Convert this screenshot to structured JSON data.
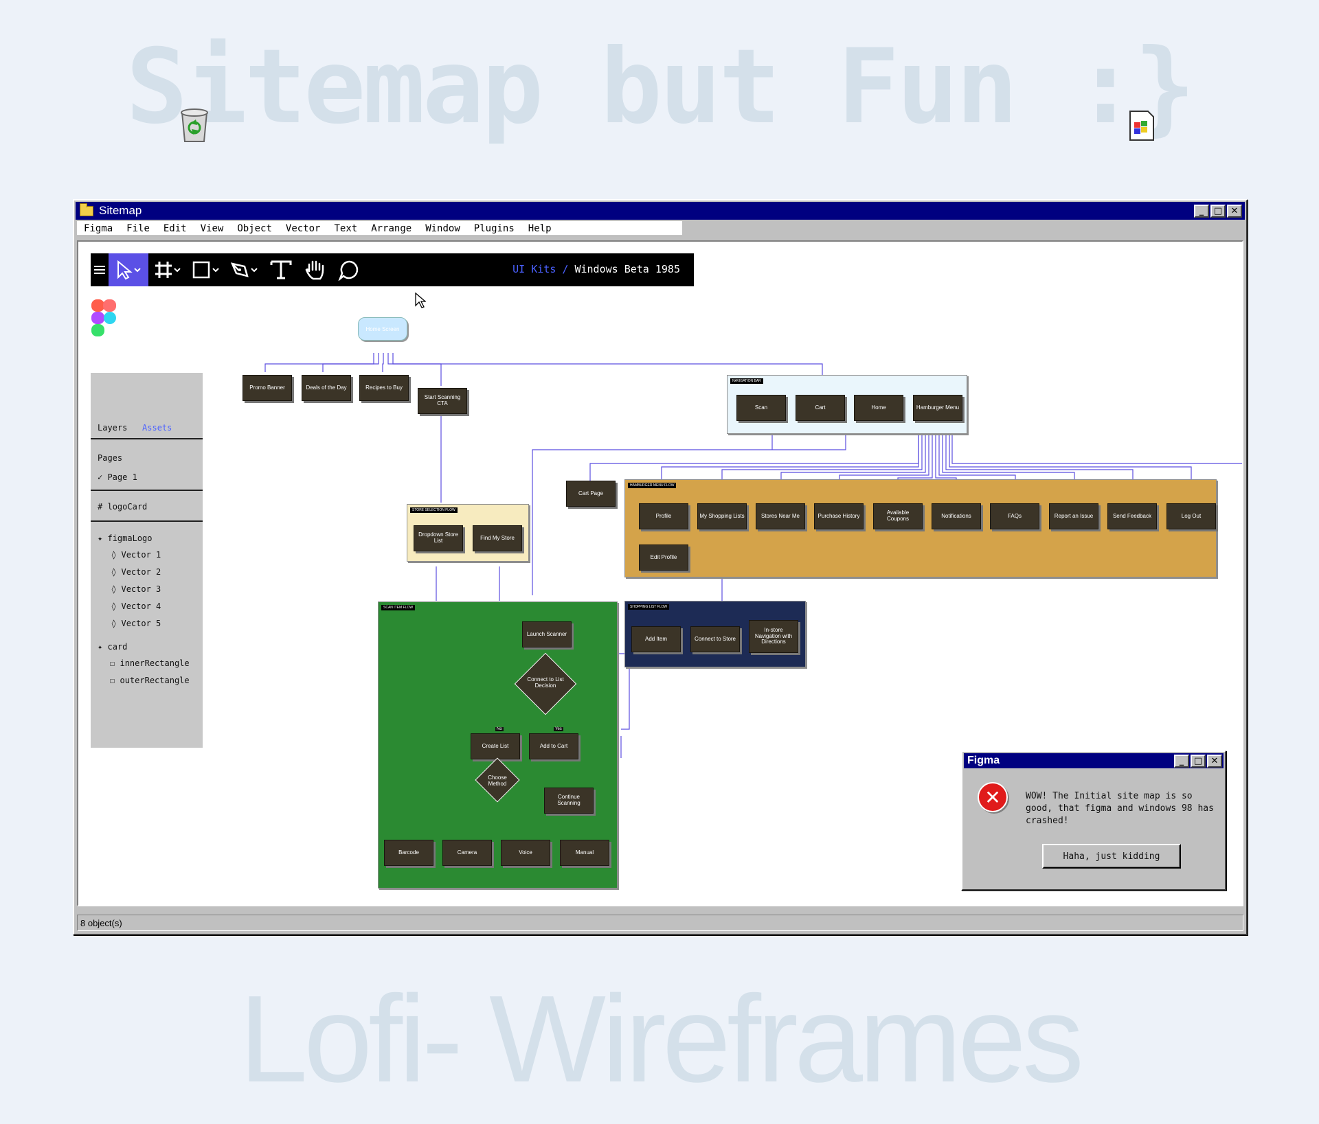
{
  "background": {
    "top_title": "Sitemap but Fun :}",
    "bottom_title": "Lofi- Wireframes"
  },
  "desktop_icons": [
    "recycle-bin-icon",
    "document-icon"
  ],
  "window": {
    "title": "Sitemap",
    "controls": [
      "_",
      "□",
      "✕"
    ],
    "menu": [
      "Figma",
      "File",
      "Edit",
      "View",
      "Object",
      "Vector",
      "Text",
      "Arrange",
      "Window",
      "Plugins",
      "Help"
    ],
    "status": "8 object(s)"
  },
  "toolbar": {
    "tools": [
      "menu-icon",
      "move-tool-icon",
      "frame-tool-icon",
      "shape-tool-icon",
      "pen-tool-icon",
      "text-tool-icon",
      "hand-tool-icon",
      "comment-tool-icon"
    ],
    "breadcrumb_link": "UI Kits",
    "breadcrumb_sep": "/",
    "breadcrumb_page": "Windows Beta 1985"
  },
  "layers_panel": {
    "tab_layers": "Layers",
    "tab_assets": "Assets",
    "pages_label": "Pages",
    "page": "✓ Page 1",
    "frame": "logoCard",
    "group1": "figmaLogo",
    "vectors": [
      "Vector 1",
      "Vector 2",
      "Vector 3",
      "Vector 4",
      "Vector 5"
    ],
    "group2": "card",
    "rects": [
      "innerRectangle",
      "outerRectangle"
    ]
  },
  "sitemap": {
    "home": "Home Screen",
    "top_row": [
      "Promo Banner",
      "Deals of the Day",
      "Recipes to Buy",
      "Start Scanning CTA"
    ],
    "nav_bar": {
      "label": "NAVIGATION BAR",
      "items": [
        "Scan",
        "Cart",
        "Home",
        "Hamburger Menu"
      ]
    },
    "cart_page": "Cart Page",
    "hamburger_flow": {
      "label": "HAMBURGER MENU FLOW",
      "items": [
        "Profile",
        "My Shopping Lists",
        "Stores Near Me",
        "Purchase History",
        "Available Coupons",
        "Notifications",
        "FAQs",
        "Report an Issue",
        "Send Feedback",
        "Log Out"
      ],
      "sub": "Edit Profile"
    },
    "store_selection": {
      "label": "STORE SELECTION FLOW",
      "items": [
        "Dropdown Store List",
        "Find My Store"
      ]
    },
    "scan_flow": {
      "label": "SCAN ITEM FLOW",
      "launch": "Launch Scanner",
      "decision": "Connect to List Decision",
      "no": "No",
      "yes": "Yes",
      "create": "Create List",
      "add": "Add to Cart",
      "method": "Choose Method",
      "continue": "Continue Scanning",
      "methods": [
        "Barcode",
        "Camera",
        "Voice",
        "Manual"
      ]
    },
    "shopping_list": {
      "label": "SHOPPING LIST FLOW",
      "items": [
        "Add Item",
        "Connect to Store",
        "In-store Navigation with Directions"
      ]
    }
  },
  "dialog": {
    "title": "Figma",
    "message": "WOW! The Initial site map is so good, that figma and windows 98 has crashed!",
    "button": "Haha, just kidding"
  }
}
